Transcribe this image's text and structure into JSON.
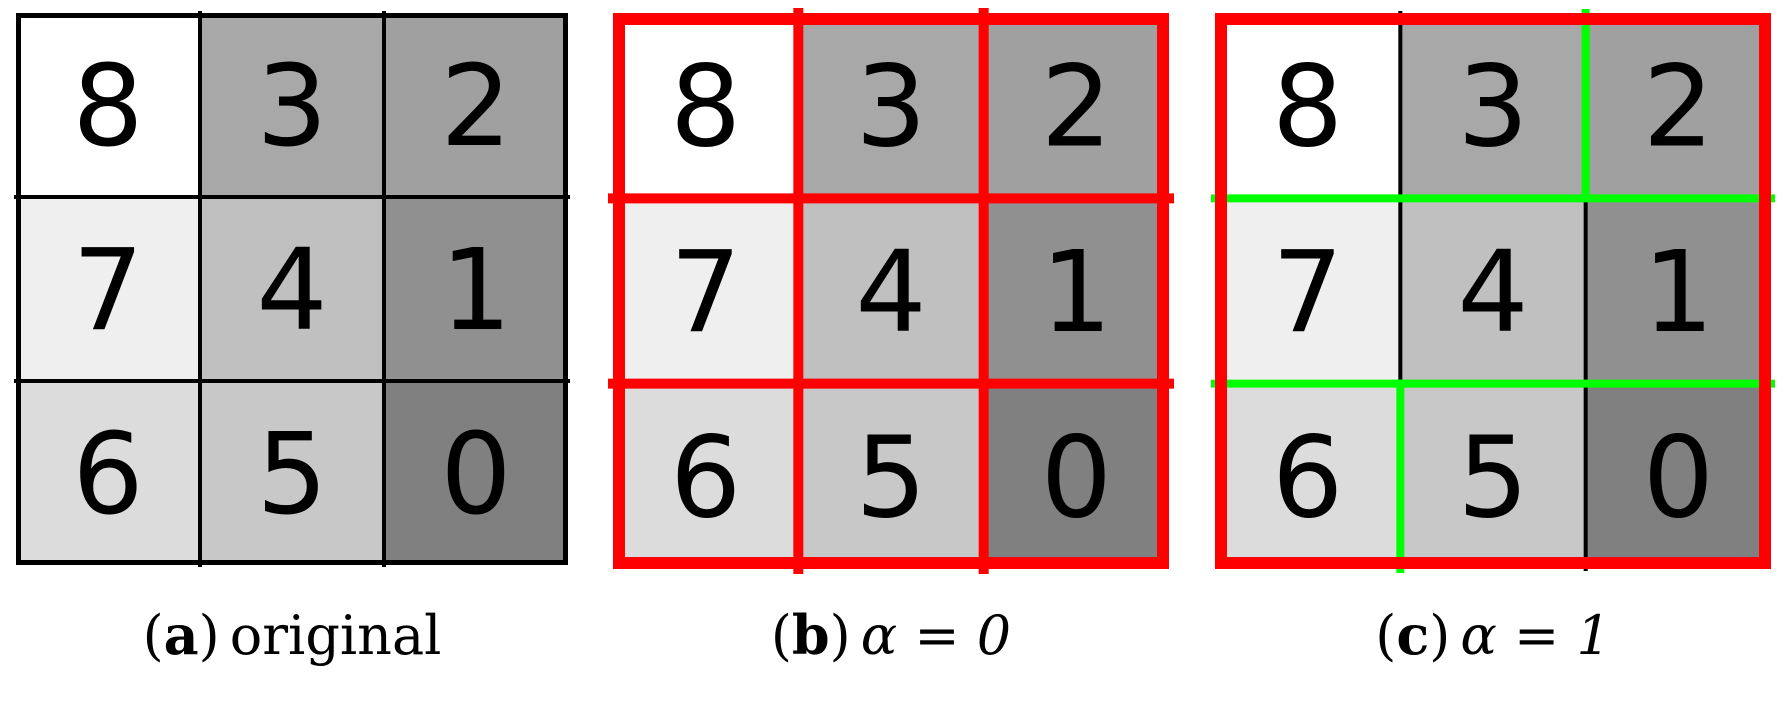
{
  "panels": [
    {
      "id": "a",
      "cells": [
        8,
        3,
        2,
        7,
        4,
        1,
        6,
        5,
        0
      ],
      "caption_letter": "a",
      "caption_text": "original",
      "caption_math": "",
      "border_color": "#000000",
      "grid_color": "#000000"
    },
    {
      "id": "b",
      "cells": [
        8,
        3,
        2,
        7,
        4,
        1,
        6,
        5,
        0
      ],
      "caption_letter": "b",
      "caption_text": "",
      "caption_math": "α = 0",
      "border_color": "#ff0000",
      "grid_color": "#ff0000"
    },
    {
      "id": "c",
      "cells": [
        8,
        3,
        2,
        7,
        4,
        1,
        6,
        5,
        0
      ],
      "caption_letter": "c",
      "caption_text": "",
      "caption_math": "α = 1",
      "border_color": "#ff0000",
      "grid_color": "#000000",
      "highlight_color": "#00ff00"
    }
  ],
  "cell_shades": {
    "0": "#808080",
    "1": "#909090",
    "2": "#a0a0a0",
    "3": "#a8a8a8",
    "4": "#c0c0c0",
    "5": "#c8c8c8",
    "6": "#dcdcdc",
    "7": "#efefef",
    "8": "#ffffff"
  }
}
